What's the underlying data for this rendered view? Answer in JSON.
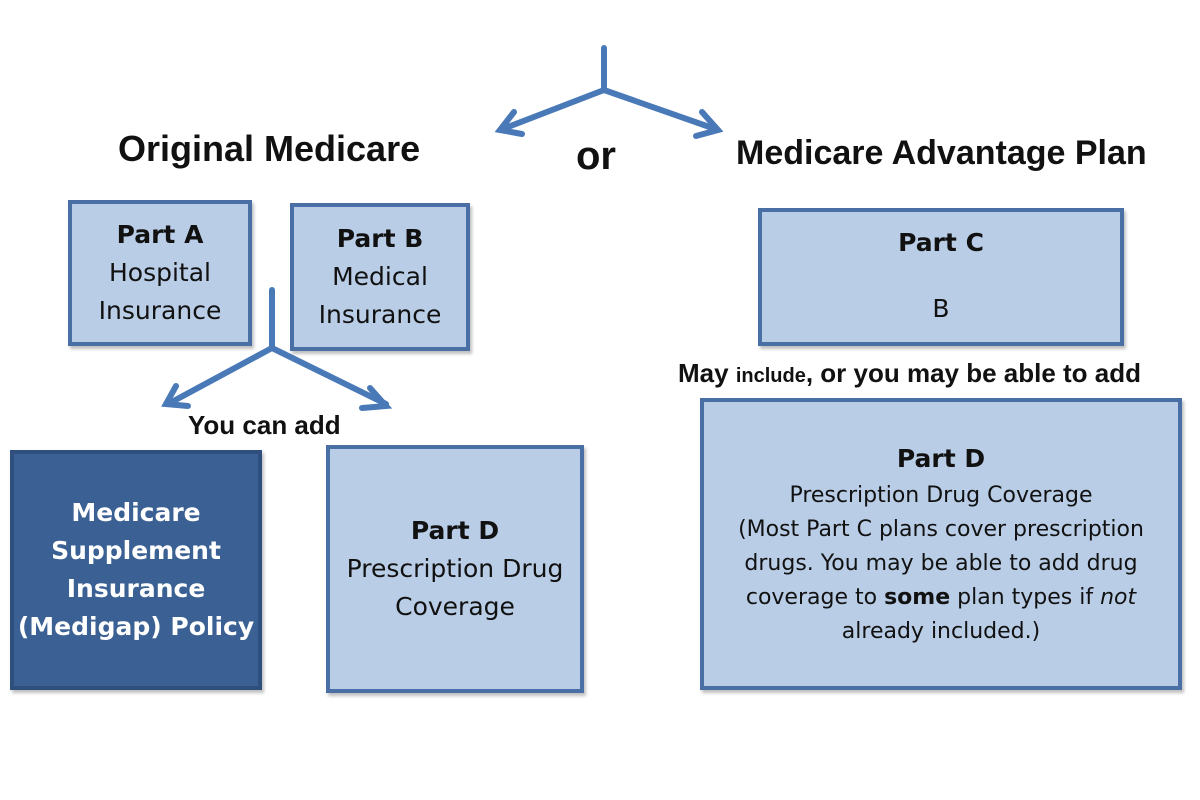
{
  "headings": {
    "original": "Original Medicare",
    "or": "or",
    "advantage": "Medicare Advantage Plan"
  },
  "part_a": {
    "title": "Part A",
    "line1": "Hospital",
    "line2": "Insurance"
  },
  "part_b": {
    "title": "Part B",
    "line1": "Medical",
    "line2": "Insurance"
  },
  "you_can_add": "You can add",
  "medigap": {
    "line1": "Medicare",
    "line2": "Supplement",
    "line3": "Insurance",
    "line4": "(Medigap) Policy"
  },
  "part_d_left": {
    "title": "Part D",
    "line1": "Prescription Drug",
    "line2": "Coverage"
  },
  "part_c": {
    "title": "Part C",
    "line1": "B"
  },
  "may_include": {
    "part1": "May ",
    "part2": "include",
    "part3": ", or you may be able to add"
  },
  "part_d_right": {
    "title": "Part D",
    "line1": "Prescription Drug Coverage",
    "line2": "(Most Part C plans cover prescription",
    "line3": "drugs. You may be able to add drug",
    "line4_pre": "coverage to ",
    "line4_bold": "some",
    "line4_mid": " plan types if ",
    "line4_ital": "not",
    "line5": "already included.)"
  },
  "colors": {
    "light_box": "#b9cde6",
    "box_border": "#4a6fa5",
    "dark_box": "#3b6093",
    "connector": "#4a79b8"
  },
  "icons": [
    "split-arrow-top",
    "split-arrow-lower"
  ]
}
